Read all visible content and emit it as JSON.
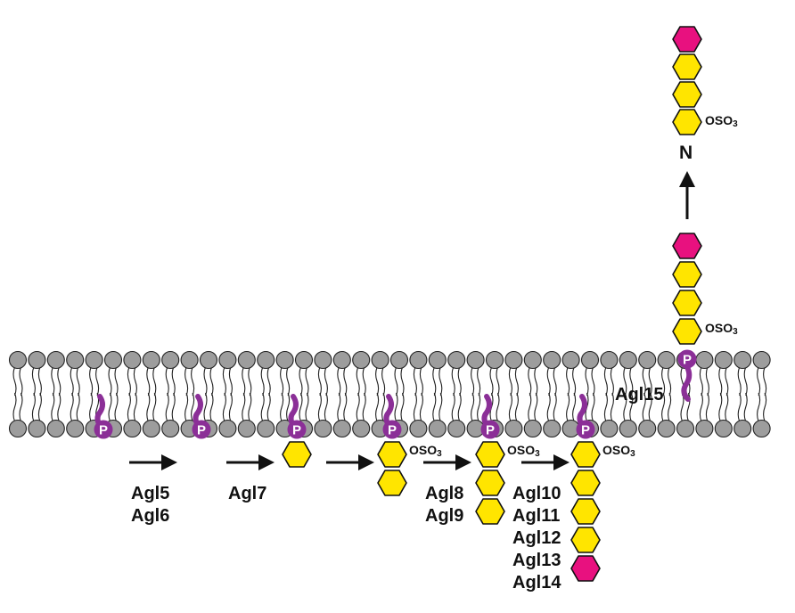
{
  "colors": {
    "hexose": "#ffe500",
    "hexose_stroke": "#111111",
    "terminal_sugar": "#e8117f",
    "phosphate": "#8b2f97",
    "lipid_head": "#9d9d9d",
    "arrow": "#111111"
  },
  "phosphate_label": "P",
  "sulfate_label": "OSO3",
  "linkage_label": "N",
  "membrane_enzyme": "Agl15",
  "steps": [
    {
      "enzymes": [
        "Agl5",
        "Agl6"
      ],
      "chain": [],
      "sulfated": false
    },
    {
      "enzymes": [
        "Agl7"
      ],
      "chain": [
        "hexose"
      ],
      "sulfated": false
    },
    {
      "enzymes": [],
      "chain": [
        "hexose",
        "hexose"
      ],
      "sulfated": true
    },
    {
      "enzymes": [
        "Agl8",
        "Agl9"
      ],
      "chain": [
        "hexose",
        "hexose",
        "hexose"
      ],
      "sulfated": true
    },
    {
      "enzymes": [
        "Agl10",
        "Agl11",
        "Agl12",
        "Agl13",
        "Agl14"
      ],
      "chain": [
        "hexose",
        "hexose",
        "hexose",
        "hexose",
        "terminal"
      ],
      "sulfated": true
    }
  ],
  "flipped": {
    "chain": [
      "terminal",
      "hexose",
      "hexose",
      "hexose"
    ],
    "sulfated": true
  },
  "product": {
    "chain": [
      "terminal",
      "hexose",
      "hexose",
      "hexose"
    ],
    "sulfated": true
  }
}
